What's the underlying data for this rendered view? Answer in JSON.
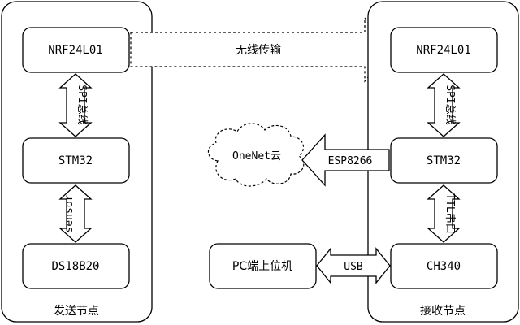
{
  "sender": {
    "title": "发送节点",
    "nrf": "NRF24L01",
    "mcu": "STM32",
    "sensor_chip": "DS18B20",
    "link_spi": "SPI总线",
    "link_sensor": "sensor"
  },
  "receiver": {
    "title": "接收节点",
    "nrf": "NRF24L01",
    "mcu": "STM32",
    "usb_chip": "CH340",
    "link_spi": "SPI总线",
    "link_ttl": "TTL串口"
  },
  "wireless_link": "无线传输",
  "esp_link": "ESP8266",
  "cloud": "OneNet云",
  "pc": "PC端上位机",
  "usb_link": "USB"
}
